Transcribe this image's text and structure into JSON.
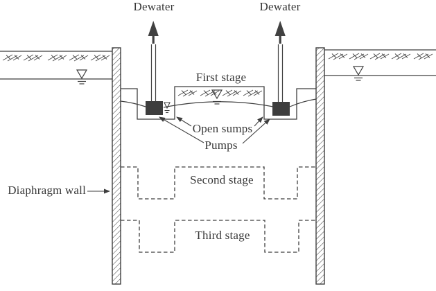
{
  "labels": {
    "dewater_left": "Dewater",
    "dewater_right": "Dewater",
    "first_stage": "First stage",
    "open_sumps": "Open sumps",
    "pumps": "Pumps",
    "second_stage": "Second stage",
    "third_stage": "Third stage",
    "diaphragm_wall": "Diaphragm wall"
  },
  "colors": {
    "line": "#3e3e3e",
    "pump_fill": "#3d3d3d",
    "text": "#383838",
    "background": "#ffffff"
  },
  "elements": {
    "water_table_icon": "inverted-triangle-with-double-dash",
    "pump_icon": "filled-square",
    "dewater_arrow_icon": "thick-up-arrow",
    "wall_fill": "diagonal-hatch",
    "stage_outline_styles": {
      "first_stage": "solid",
      "second_stage": "dashed",
      "third_stage": "dashed"
    }
  }
}
